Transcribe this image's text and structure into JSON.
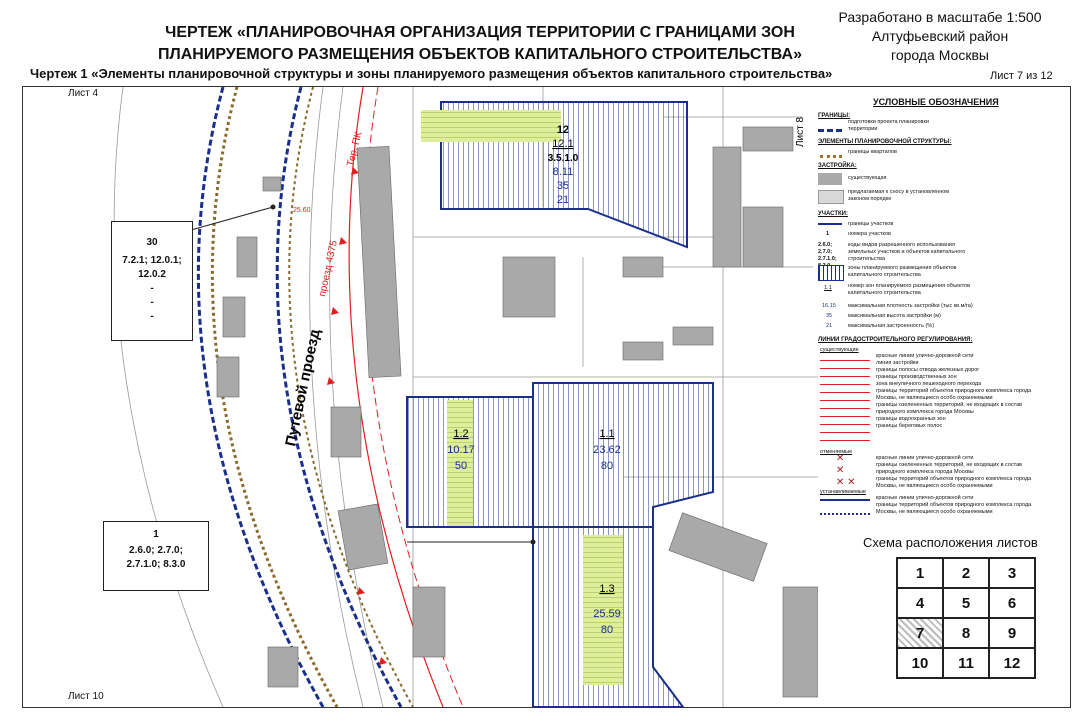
{
  "header": {
    "title_line1": "ЧЕРТЕЖ «ПЛАНИРОВОЧНАЯ ОРГАНИЗАЦИЯ ТЕРРИТОРИИ С ГРАНИЦАМИ ЗОН",
    "title_line2": "ПЛАНИРУЕМОГО РАЗМЕЩЕНИЯ ОБЪЕКТОВ КАПИТАЛЬНОГО СТРОИТЕЛЬСТВА»",
    "subtitle": "Чертеж 1 «Элементы планировочной структуры и зоны планируемого размещения объектов капитального строительства»",
    "scale": "Разработано в масштабе 1:500",
    "district": "Алтуфьевский район",
    "city": "города Москвы",
    "sheet": "Лист 7 из 12"
  },
  "map": {
    "sheet_top": "Лист 4",
    "sheet_bottom": "Лист 10",
    "sheet_right": "Лист 8",
    "street_name": "Путевой проезд",
    "street_name2": "проезд 4375",
    "street_name3": "Тер. ПК",
    "dim_label": "25.60",
    "zones": [
      {
        "id": "12",
        "sub": "12.1",
        "code": "3.5.1.0",
        "density": "8.11",
        "height": "35",
        "coverage": "21"
      },
      {
        "id": "",
        "sub": "1.2",
        "code": "",
        "density": "10.17",
        "height": "50",
        "coverage": ""
      },
      {
        "id": "",
        "sub": "1.1",
        "code": "",
        "density": "23.62",
        "height": "80",
        "coverage": ""
      },
      {
        "id": "",
        "sub": "1.3",
        "code": "",
        "density": "25.59",
        "height": "80",
        "coverage": ""
      }
    ],
    "callout_30": {
      "num": "30",
      "codes1": "7.2.1; 12.0.1;",
      "codes2": "12.0.2",
      "d1": "-",
      "d2": "-",
      "d3": "-"
    },
    "callout_1": {
      "num": "1",
      "codes1": "2.6.0; 2.7.0;",
      "codes2": "2.7.1.0; 8.3.0"
    }
  },
  "legend": {
    "title": "УСЛОВНЫЕ ОБОЗНАЧЕНИЯ",
    "h_borders": "ГРАНИЦЫ:",
    "t_borders": "подготовки проекта планировки территории",
    "h_elements": "ЭЛЕМЕНТЫ ПЛАНИРОВОЧНОЙ СТРУКТУРЫ:",
    "t_elements": "границы кварталов",
    "h_build": "ЗАСТРОЙКА:",
    "t_existing": "существующая",
    "t_demolish": "предлагаемая к сносу в установленном законом порядке",
    "h_plots": "УЧАСТКИ:",
    "t_plot_border": "границы участков",
    "t_plot_num_sym": "1",
    "t_plot_num": "номера участков",
    "t_codes_sym": "2.6.0; 2.7.0; 2.7.1.0; 8.3.0",
    "t_codes": "коды видов разрешенного использования земельных участков и объектов капитального строительства",
    "t_zone": "зоны планируемого размещения объектов капитального строительства",
    "t_zone_num_sym": "1.1",
    "t_zone_num": "номер зон планируемого размещения объектов капитального строительства",
    "t_dens_sym": "16.15",
    "t_dens": "максимальная плотность застройки (тыс кв.м/га)",
    "t_height_sym": "35",
    "t_height": "максимальная высота застройки (м)",
    "t_cov_sym": "21",
    "t_cov": "максимальная застроенность (%)",
    "h_lines": "ЛИНИИ ГРАДОСТРОИТЕЛЬНОГО РЕГУЛИРОВАНИЯ:",
    "lines_existing": "существующие",
    "lines": [
      "красные линии улично-дорожной сети",
      "линия застройки",
      "границы полосы отвода железных дорог",
      "границы производственных зон",
      "зона внеуличного пешеходного перехода",
      "границы территорий объектов природного комплекса города Москвы, не являющиеся особо охраняемыми",
      "границы озелененных территорий, не входящих в состав природного комплекса города Москвы",
      "границы водоохранных зон",
      "границы береговых полос"
    ],
    "lines_cancel": "отменяемые",
    "lines2": [
      "красные линии улично-дорожной сети",
      "границы озелененных территорий, не входящих в состав природного комплекса города Москвы",
      "границы территорий объектов природного комплекса города Москвы, не являющиеся особо охраняемыми"
    ],
    "lines_new": "устанавливаемые",
    "lines3": [
      "красные линии улично-дорожной сети",
      "границы территорий объектов природного комплекса города Москвы, не являющиеся особо охраняемыми"
    ],
    "scheme_title": "Схема расположения листов",
    "scheme": [
      "1",
      "2",
      "3",
      "4",
      "5",
      "6",
      "7",
      "8",
      "9",
      "10",
      "11",
      "12"
    ],
    "active_sheet": "7"
  },
  "colors": {
    "blue": "#1a2f8a",
    "red": "#e02020",
    "green": "#c8e05a",
    "building": "#a9a9a9"
  }
}
